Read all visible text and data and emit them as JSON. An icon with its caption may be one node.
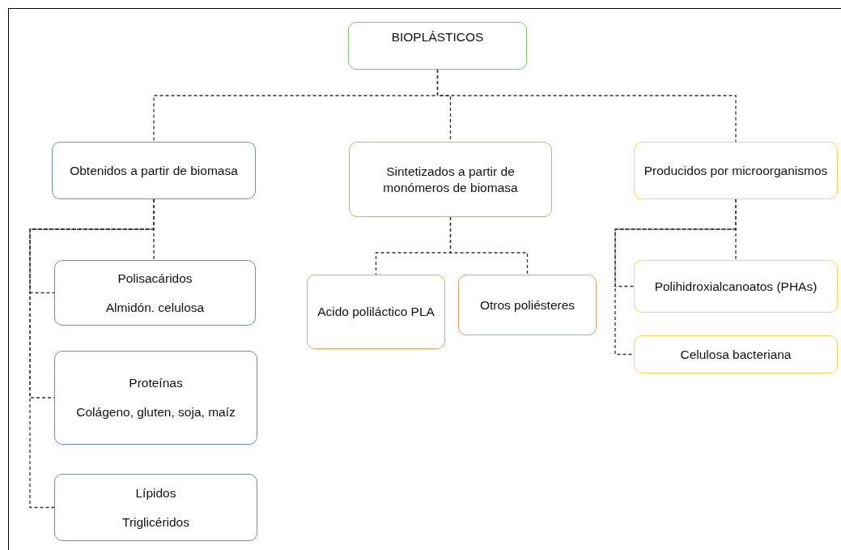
{
  "diagram": {
    "nodes": [
      {
        "text": [
          "BIOPLÁSTICOS"
        ]
      },
      {
        "text": [
          "Obtenidos a partir de biomasa"
        ]
      },
      {
        "text": [
          "Sintetizados a partir de monómeros de biomasa"
        ]
      },
      {
        "text": [
          "Producidos por microorganismos"
        ]
      },
      {
        "text": [
          "Polisacáridos",
          "Almidón. celulosa"
        ]
      },
      {
        "text": [
          "Proteínas",
          "Colágeno, gluten, soja, maíz"
        ]
      },
      {
        "text": [
          "Lípidos",
          "Triglicéridos"
        ]
      },
      {
        "text": [
          "Acido poliláctico PLA"
        ]
      },
      {
        "text": [
          "Otros poliésteres"
        ]
      },
      {
        "text": [
          "Polihidroxialcanoatos (PHAs)"
        ]
      },
      {
        "text": [
          "Celulosa bacteriana"
        ]
      }
    ],
    "edges": [
      {
        "from": 0,
        "to": 1,
        "arrow": "none",
        "style": "dashed"
      },
      {
        "from": 0,
        "to": 2,
        "arrow": "none",
        "style": "dashed"
      },
      {
        "from": 0,
        "to": 3,
        "arrow": "none",
        "style": "dashed"
      },
      {
        "from": 1,
        "to": 4,
        "arrow": "none",
        "style": "dashed"
      },
      {
        "from": 1,
        "to": 5,
        "arrow": "none",
        "style": "dashed"
      },
      {
        "from": 1,
        "to": 6,
        "arrow": "none",
        "style": "dashed"
      },
      {
        "from": 2,
        "to": 7,
        "arrow": "none",
        "style": "dashed"
      },
      {
        "from": 2,
        "to": 8,
        "arrow": "none",
        "style": "dashed"
      },
      {
        "from": 3,
        "to": 9,
        "arrow": "none",
        "style": "dashed"
      },
      {
        "from": 3,
        "to": 10,
        "arrow": "none",
        "style": "dashed"
      }
    ]
  }
}
